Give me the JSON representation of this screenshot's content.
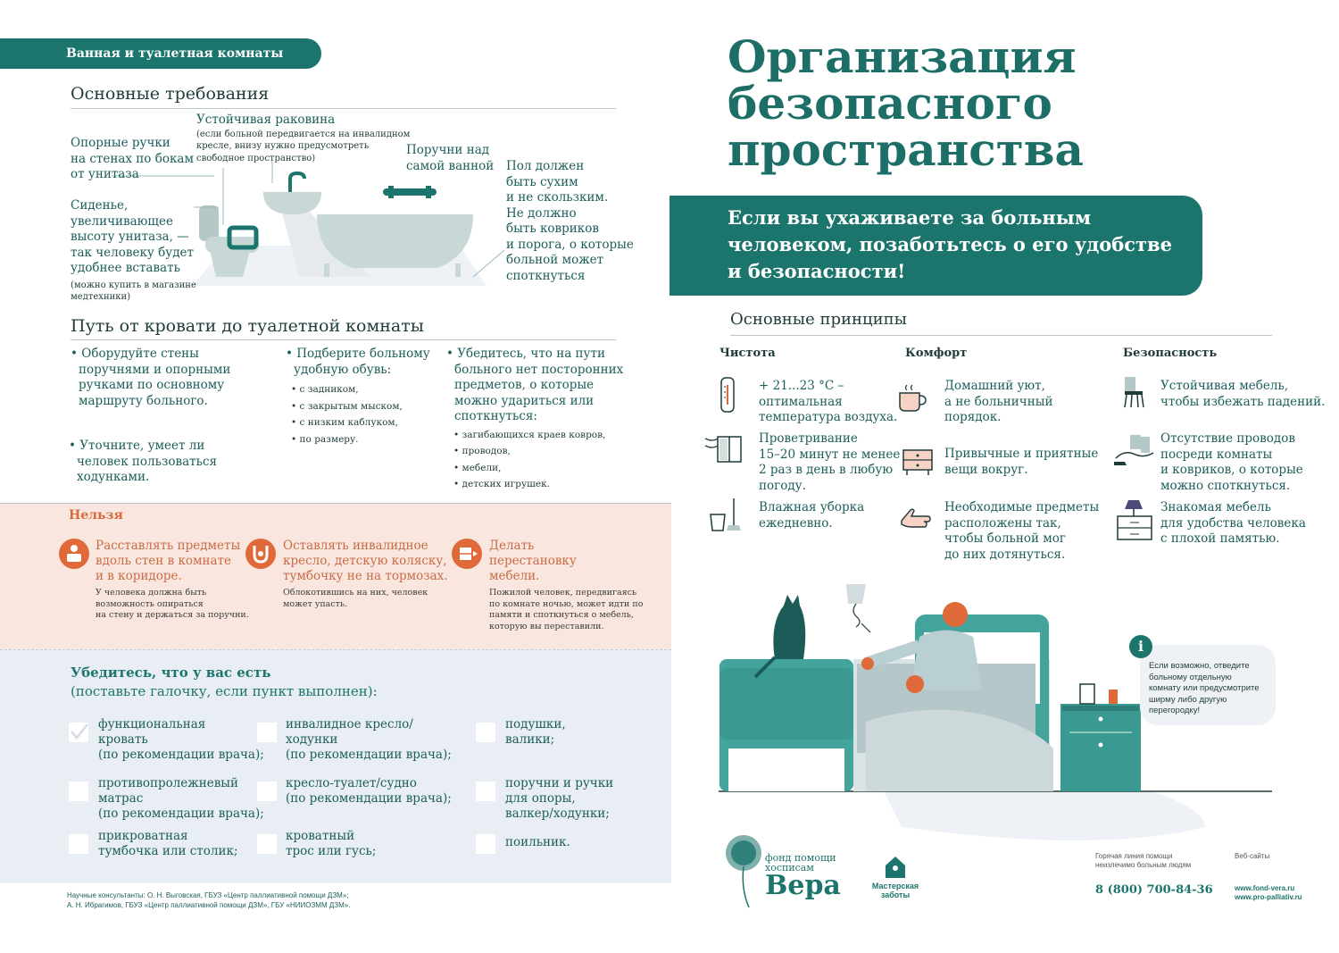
{
  "left": {
    "section_tab": "Ванная и туалетная комнаты",
    "requirements_title": "Основные требования",
    "callouts": {
      "handrails_toilet": [
        "Опорные ручки",
        "на стенах по бокам",
        "от унитаза"
      ],
      "sink_title": "Устойчивая раковина",
      "sink_note": [
        "(если больной передвигается на инвалидном",
        "кресле, внизу нужно предусмотреть",
        "свободное пространство)"
      ],
      "bath_handrails": [
        "Поручни над",
        "самой ванной"
      ],
      "floor": [
        "Пол должен",
        "быть сухим",
        "и не скользким.",
        "Не должно",
        "быть ковриков",
        "и порога, о которые",
        "больной может",
        "споткнуться"
      ],
      "seat": [
        "Сиденье,",
        "увеличивающее",
        "высоту унитаза, —",
        "так человеку будет",
        "удобнее вставать"
      ],
      "seat_note": [
        "(можно купить в магазине",
        "медтехники)"
      ]
    },
    "path_title": "Путь от кровати до туалетной комнаты",
    "path_col1": [
      "• Оборудуйте стены",
      "поручнями и опорными",
      "ручками по основному",
      "маршруту больного."
    ],
    "path_col1b": [
      "• Уточните, умеет ли",
      "человек пользоваться",
      "ходунками."
    ],
    "path_col2_title": [
      "• Подберите больному",
      "удобную обувь:"
    ],
    "path_col2_items": [
      "• с задником,",
      "• с закрытым мыском,",
      "• с низким каблуком,",
      "• по размеру."
    ],
    "path_col3_title": [
      "• Убедитесь, что на пути",
      "больного нет посторонних",
      "предметов, о которые",
      "можно удариться или",
      "споткнуться:"
    ],
    "path_col3_items": [
      "• загибающихся краев ковров,",
      "• проводов,",
      "• мебели,",
      "• детских игрушек."
    ],
    "nelzya": {
      "title": "Нельзя",
      "items": [
        {
          "title": [
            "Расставлять предметы",
            "вдоль стен в комнате",
            "и в коридоре."
          ],
          "note": [
            "У человека должна быть",
            "возможность опираться",
            "на стену и держаться за поручни."
          ]
        },
        {
          "title": [
            "Оставлять инвалидное",
            "кресло, детскую коляску,",
            "тумбочку не на тормозах."
          ],
          "note": [
            "Облокотившись на них, человек",
            "может упасть."
          ]
        },
        {
          "title": [
            "Делать",
            "перестановку",
            "мебели."
          ],
          "note": [
            "Пожилой человек, передвигаясь",
            "по комнате ночью, может идти по",
            "памяти и споткнуться о мебель,",
            "которую вы переставили."
          ]
        }
      ]
    },
    "checklist": {
      "title": "Убедитесь, что у вас есть",
      "subtitle": "(поставьте галочку, если пункт выполнен):",
      "items": [
        [
          "функциональная",
          "кровать",
          "(по рекомендации врача);"
        ],
        [
          "инвалидное кресло/",
          "ходунки",
          "(по рекомендации врача);"
        ],
        [
          "подушки,",
          "валики;"
        ],
        [
          "противопролежневый",
          "матрас",
          "(по рекомендации врача);"
        ],
        [
          "кресло-туалет/судно",
          "(по рекомендации врача);"
        ],
        [
          "поручни и ручки",
          "для опоры,",
          "валкер/ходунки;"
        ],
        [
          "прикроватная",
          "тумбочка или столик;"
        ],
        [
          "кроватный",
          "трос или гусь;"
        ],
        [
          "поильник."
        ]
      ]
    },
    "footer": [
      "Научные консультанты: О. Н. Выговская, ГБУЗ «Центр паллиативной помощи ДЗМ»;",
      "А. Н. Ибрагимов, ГБУЗ «Центр паллиативной помощи ДЗМ», ГБУ «НИИОЗММ ДЗМ»."
    ]
  },
  "right": {
    "title": [
      "Организация",
      "безопасного",
      "пространства"
    ],
    "banner": [
      "Если вы ухаживаете за больным",
      "человеком, позаботьтесь о его удобстве",
      "и безопасности!"
    ],
    "principles_title": "Основные принципы",
    "columns": [
      {
        "head": "Чистота",
        "items": [
          [
            "+ 21...23 °С –",
            "оптимальная",
            "температура воздуха."
          ],
          [
            "Проветривание",
            "15–20 минут не менее",
            "2 раз в день в любую",
            "погоду."
          ],
          [
            "Влажная уборка",
            "ежедневно."
          ]
        ]
      },
      {
        "head": "Комфорт",
        "items": [
          [
            "Домашний уют,",
            "а не больничный",
            "порядок."
          ],
          [
            "Привычные и приятные",
            "вещи вокруг."
          ],
          [
            "Необходимые предметы",
            "расположены так,",
            "чтобы больной мог",
            "до них дотянуться."
          ]
        ]
      },
      {
        "head": "Безопасность",
        "items": [
          [
            "Устойчивая мебель,",
            "чтобы избежать падений."
          ],
          [
            "Отсутствие проводов",
            "посреди комнаты",
            "и ковриков, о которые",
            "можно споткнуться."
          ],
          [
            "Знакомая мебель",
            "для удобства человека",
            "с плохой памятью."
          ]
        ]
      }
    ],
    "bubble": [
      "Если возможно, отведите",
      "больному отдельную",
      "комнату или предусмотрите",
      "ширму либо другую",
      "перегородку!"
    ],
    "logo_fund": [
      "фонд помощи",
      "хосписам"
    ],
    "logo_name": "Вера",
    "logo2": [
      "Мастерская",
      "заботы"
    ],
    "hotline_label": [
      "Горячая линия помощи",
      "неизлечимо больным людям"
    ],
    "hotline_phone": "8 (800) 700-84-36",
    "sites_label": "Веб-сайты",
    "sites": [
      "www.fond-vera.ru",
      "www.pro-palliativ.ru"
    ]
  },
  "colors": {
    "teal": "#1c756d",
    "orange": "#e0693a",
    "pink_bg": "#f9e7df",
    "blue_bg": "#e8eef4"
  }
}
